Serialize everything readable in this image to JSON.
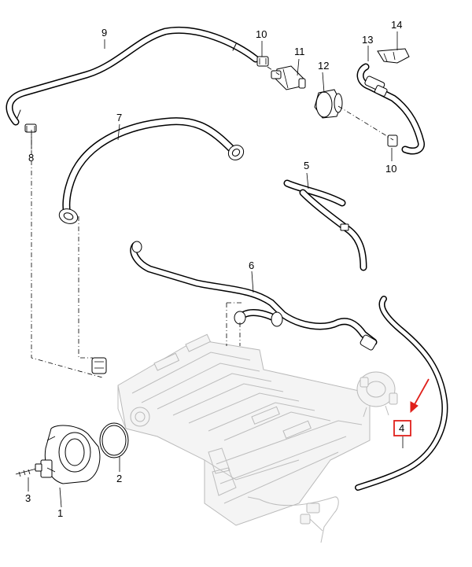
{
  "callouts": {
    "c1": "1",
    "c2": "2",
    "c3": "3",
    "c4": "4",
    "c5": "5",
    "c6": "6",
    "c7": "7",
    "c8": "8",
    "c9": "9",
    "c10a": "10",
    "c10b": "10",
    "c11": "11",
    "c12": "12",
    "c13": "13",
    "c14": "14"
  },
  "highlight": {
    "target": "4",
    "color": "#e0201b"
  }
}
